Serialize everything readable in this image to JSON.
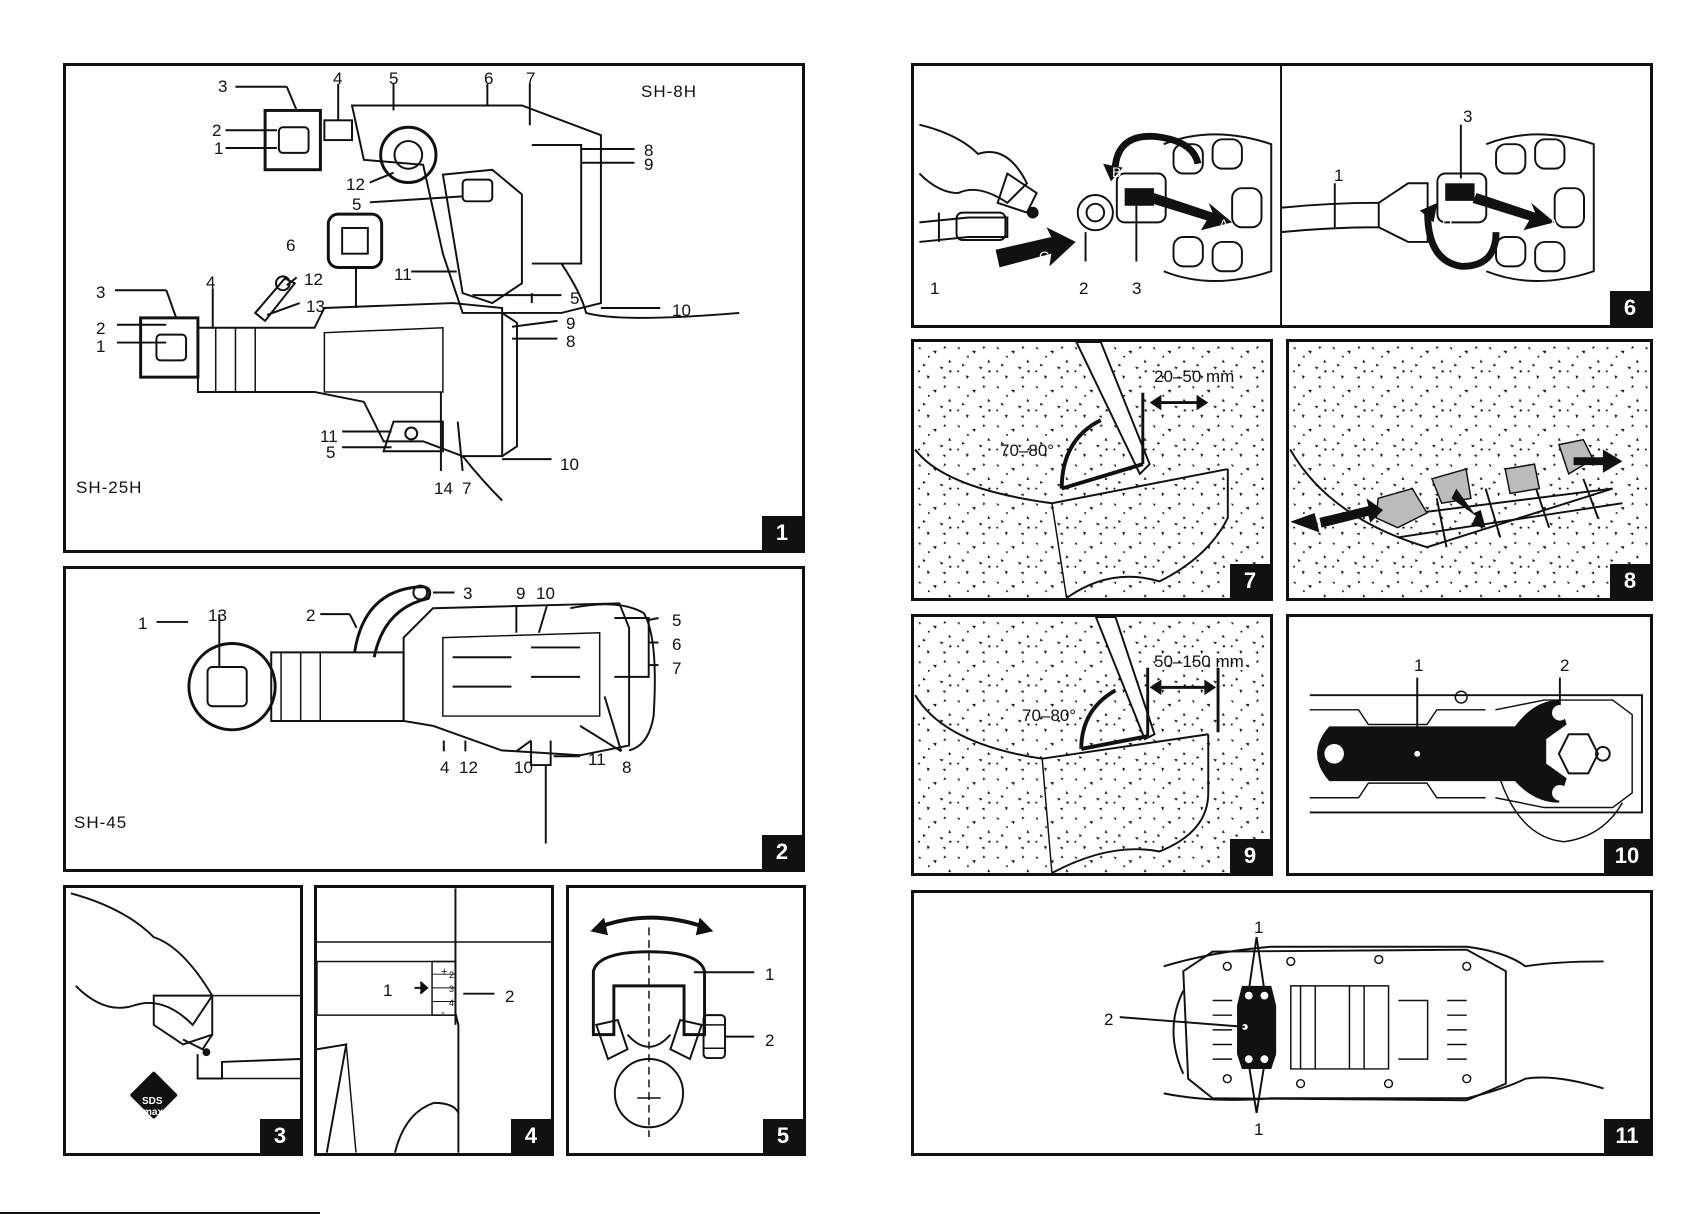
{
  "figures": [
    {
      "id": "fig1",
      "badge": "1",
      "models": {
        "top": "SH-8H",
        "bottom": "SH-25H"
      },
      "labels": [
        "3",
        "4",
        "5",
        "6",
        "7",
        "2",
        "1",
        "12",
        "5",
        "8",
        "9",
        "6",
        "11",
        "5",
        "10",
        "3",
        "4",
        "12",
        "13",
        "2",
        "1",
        "9",
        "8",
        "11",
        "5",
        "14",
        "7",
        "10"
      ]
    },
    {
      "id": "fig2",
      "badge": "2",
      "model": "SH-45",
      "labels": [
        "3",
        "9",
        "10",
        "13",
        "2",
        "1",
        "5",
        "6",
        "7",
        "4",
        "12",
        "10",
        "11",
        "8"
      ]
    },
    {
      "id": "fig3",
      "badge": "3",
      "sds_top": "SDS",
      "sds_bottom": "max"
    },
    {
      "id": "fig4",
      "badge": "4",
      "labels": [
        "1",
        "2"
      ],
      "scale": [
        "+",
        "2",
        "3",
        "4",
        "-"
      ]
    },
    {
      "id": "fig5",
      "badge": "5",
      "labels": [
        "1",
        "2"
      ]
    },
    {
      "id": "fig6",
      "badge": "6",
      "labels": [
        "1",
        "2",
        "3",
        "1",
        "3"
      ],
      "arrows": [
        "A",
        "B",
        "C",
        "D",
        "A"
      ]
    },
    {
      "id": "fig7",
      "badge": "7",
      "depth": "20–50 mm",
      "angle": "70–80°"
    },
    {
      "id": "fig8",
      "badge": "8"
    },
    {
      "id": "fig9",
      "badge": "9",
      "depth": "50–150 mm",
      "angle": "70–80°"
    },
    {
      "id": "fig10",
      "badge": "10",
      "labels": [
        "1",
        "2"
      ]
    },
    {
      "id": "fig11",
      "badge": "11",
      "labels": [
        "1",
        "2",
        "1"
      ]
    }
  ],
  "colors": {
    "ink": "#111111",
    "paper": "#ffffff",
    "debris": "#bbbbbb"
  }
}
